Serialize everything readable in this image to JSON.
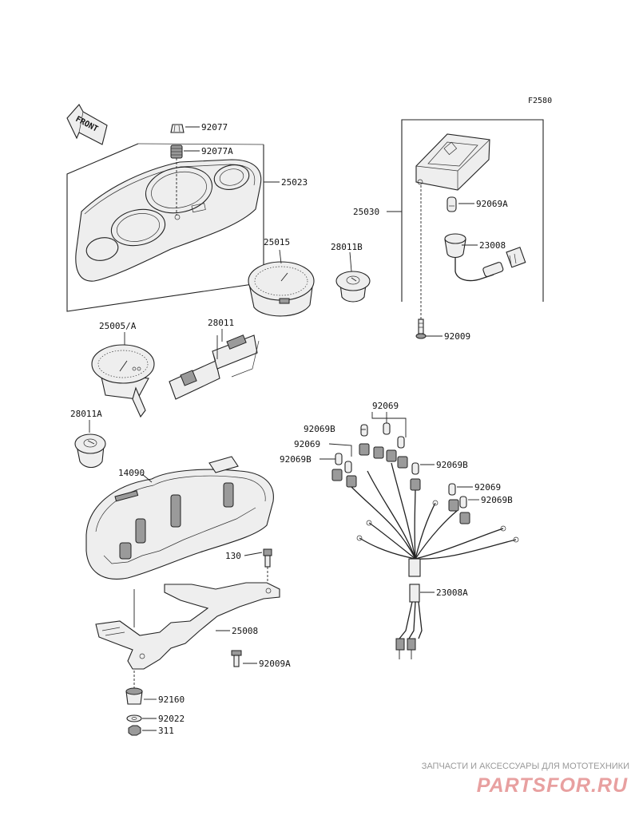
{
  "diagram": {
    "code": "F2580",
    "front_label": "FRONT",
    "parts": {
      "p92077": "92077",
      "p92077a": "92077A",
      "p25023": "25023",
      "p25030": "25030",
      "p92069a": "92069A",
      "p23008": "23008",
      "p25015": "25015",
      "p28011b": "28011B",
      "p92009": "92009",
      "p25005a": "25005/A",
      "p28011": "28011",
      "p28011a": "28011A",
      "p92069_top": "92069",
      "p92069b_1": "92069B",
      "p92069_2": "92069",
      "p92069b_2": "92069B",
      "p92069b_3": "92069B",
      "p92069_3": "92069",
      "p92069b_4": "92069B",
      "p14090": "14090",
      "p130": "130",
      "p25008": "25008",
      "p23008a": "23008A",
      "p92009a": "92009A",
      "p92160": "92160",
      "p92022": "92022",
      "p311": "311"
    }
  },
  "watermark": {
    "top": "ЗАПЧАСТИ И АКСЕССУАРЫ ДЛЯ МОТОТЕХНИКИ",
    "logo": "PARTSFOR.RU"
  },
  "colors": {
    "line": "#222222",
    "watermark_logo": "#e8a0a0",
    "watermark_text": "#999999"
  }
}
